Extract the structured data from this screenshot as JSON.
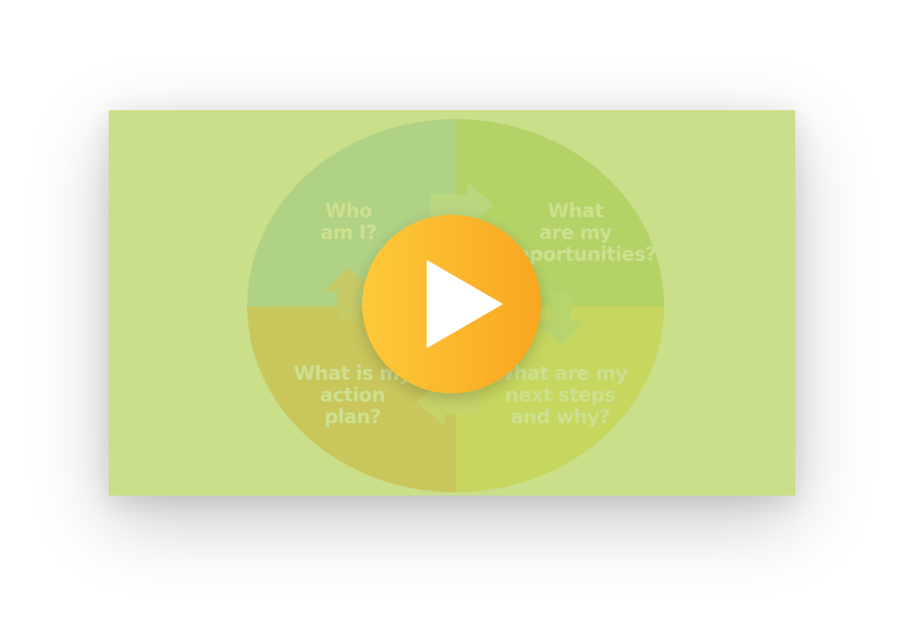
{
  "video": {
    "quadrants": [
      {
        "id": "top-left",
        "label": "Who\nam I?",
        "color": "#93c47d"
      },
      {
        "id": "top-right",
        "label": "What\nare my\nopportunities?",
        "color": "#9bc53d"
      },
      {
        "id": "bottom-left",
        "label": "What is my\naction\nplan?",
        "color": "#c9a825"
      },
      {
        "id": "bottom-right",
        "label": "What are my\nnext steps\nand why?",
        "color": "#c4cc2c"
      }
    ],
    "background_color": "#c9df8a",
    "play_button": {
      "icon": "play-icon",
      "gradient_start": "#fdc93a",
      "gradient_end": "#f9a620"
    }
  }
}
